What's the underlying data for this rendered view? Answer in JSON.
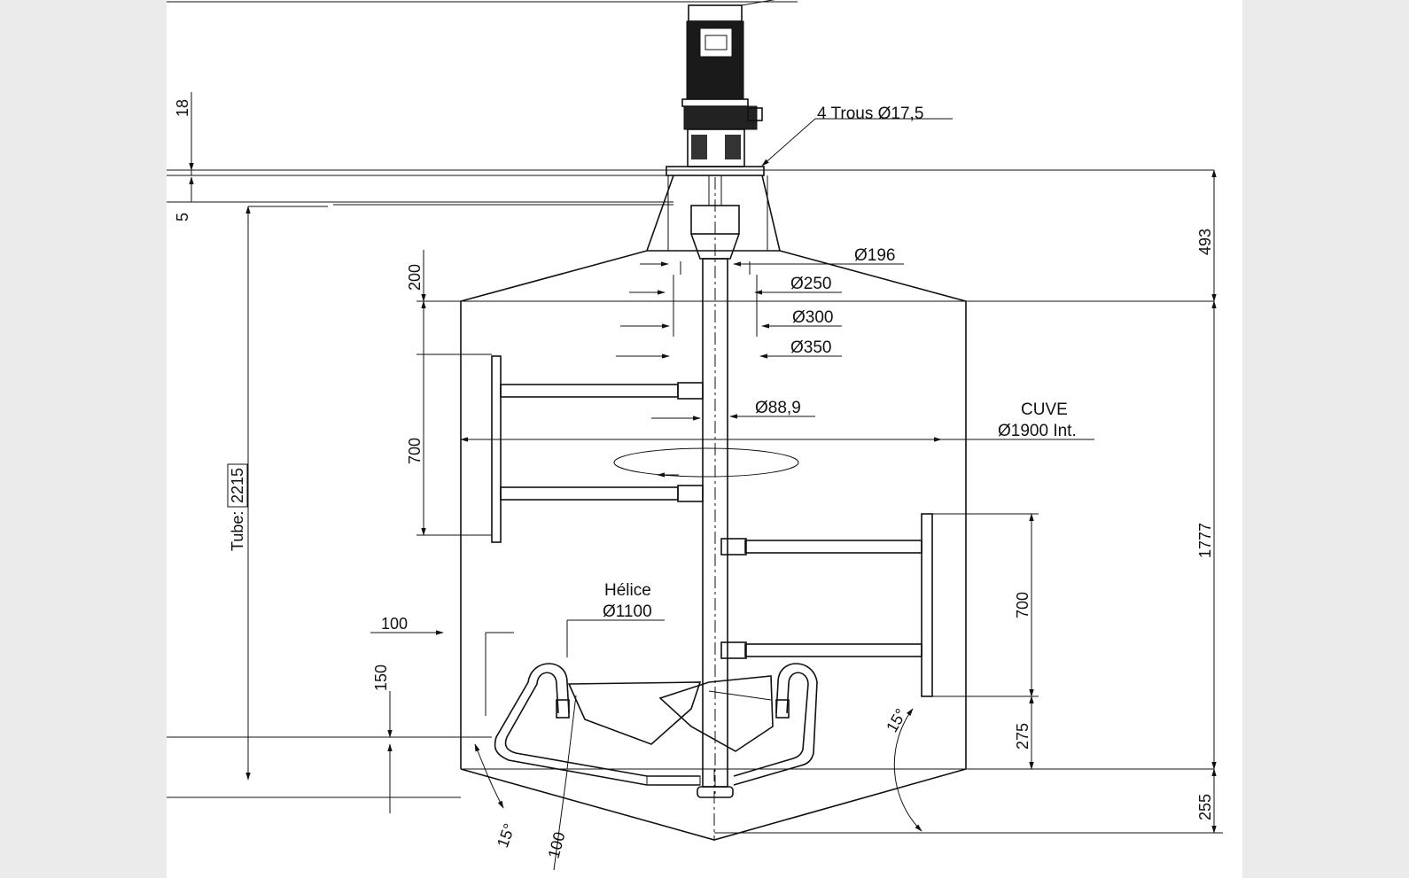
{
  "labels": {
    "motor_holes": "4 Trous Ø17,5",
    "dia_196": "Ø196",
    "dia_250": "Ø250",
    "dia_300": "Ø300",
    "dia_350": "Ø350",
    "dia_88_9": "Ø88,9",
    "cuve_title": "CUVE",
    "cuve_dia": "Ø1900 Int.",
    "helice_title": "Hélice",
    "helice_dia": "Ø1100",
    "tube_prefix": "Tube:",
    "tube_value": "2215"
  },
  "dimensions": {
    "d18": "18",
    "d5": "5",
    "d200": "200",
    "d700_left": "700",
    "d100_top": "100",
    "d150": "150",
    "d15_left": "15°",
    "d100_bottom": "100",
    "d493": "493",
    "d1777": "1777",
    "d700_right": "700",
    "d275": "275",
    "d15_right": "15°",
    "d255": "255"
  }
}
